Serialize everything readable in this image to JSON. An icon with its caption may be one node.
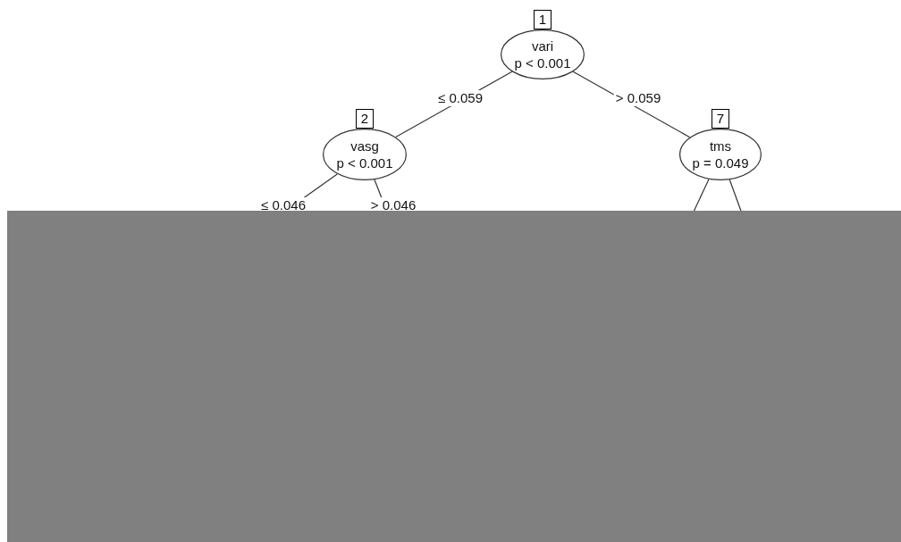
{
  "diagram": {
    "nodes": [
      {
        "text": [
          "1",
          "vari",
          "p < 0.001"
        ]
      },
      {
        "text": [
          "2",
          "vasg",
          "p < 0.001"
        ]
      },
      {
        "text": [
          "7",
          "tms",
          "p = 0.049"
        ]
      }
    ],
    "edges": [
      {
        "from": 0,
        "to": 1,
        "arrow": "none",
        "label": "≤ 0.059"
      },
      {
        "from": 0,
        "to": 2,
        "arrow": "none",
        "label": "> 0.059"
      },
      {
        "from": 1,
        "to": null,
        "arrow": "none",
        "label": "≤ 0.046"
      },
      {
        "from": 1,
        "to": null,
        "arrow": "none",
        "label": "> 0.046"
      },
      {
        "from": 2,
        "to": null,
        "arrow": "none"
      },
      {
        "from": 2,
        "to": null,
        "arrow": "none"
      }
    ]
  }
}
